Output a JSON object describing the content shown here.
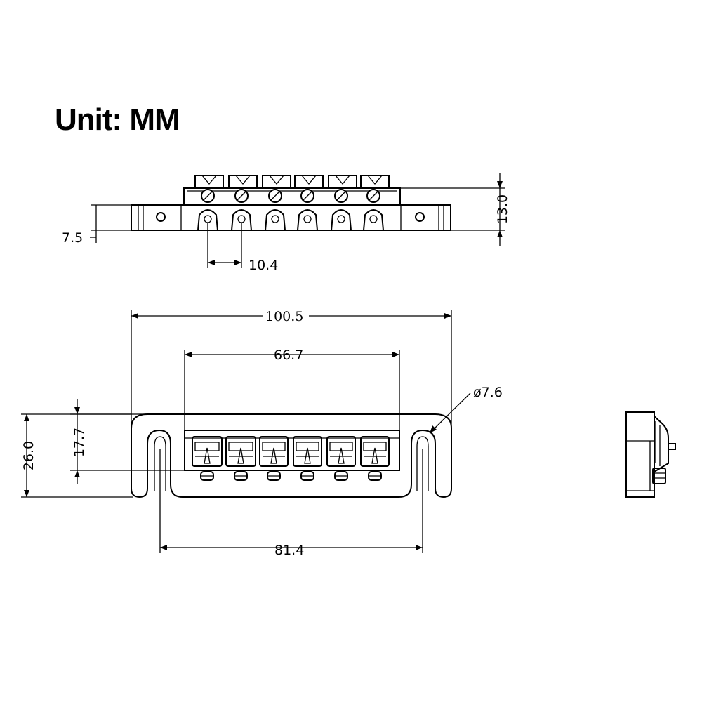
{
  "title": "Unit: MM",
  "dimensions": {
    "height_total": "13.0",
    "base_height": "7.5",
    "saddle_spacing": "10.4",
    "overall_length": "100.5",
    "saddle_span": "66.7",
    "hole_diameter": "ø7.6",
    "depth": "17.7",
    "overall_depth": "26.0",
    "mount_spacing": "81.4"
  }
}
